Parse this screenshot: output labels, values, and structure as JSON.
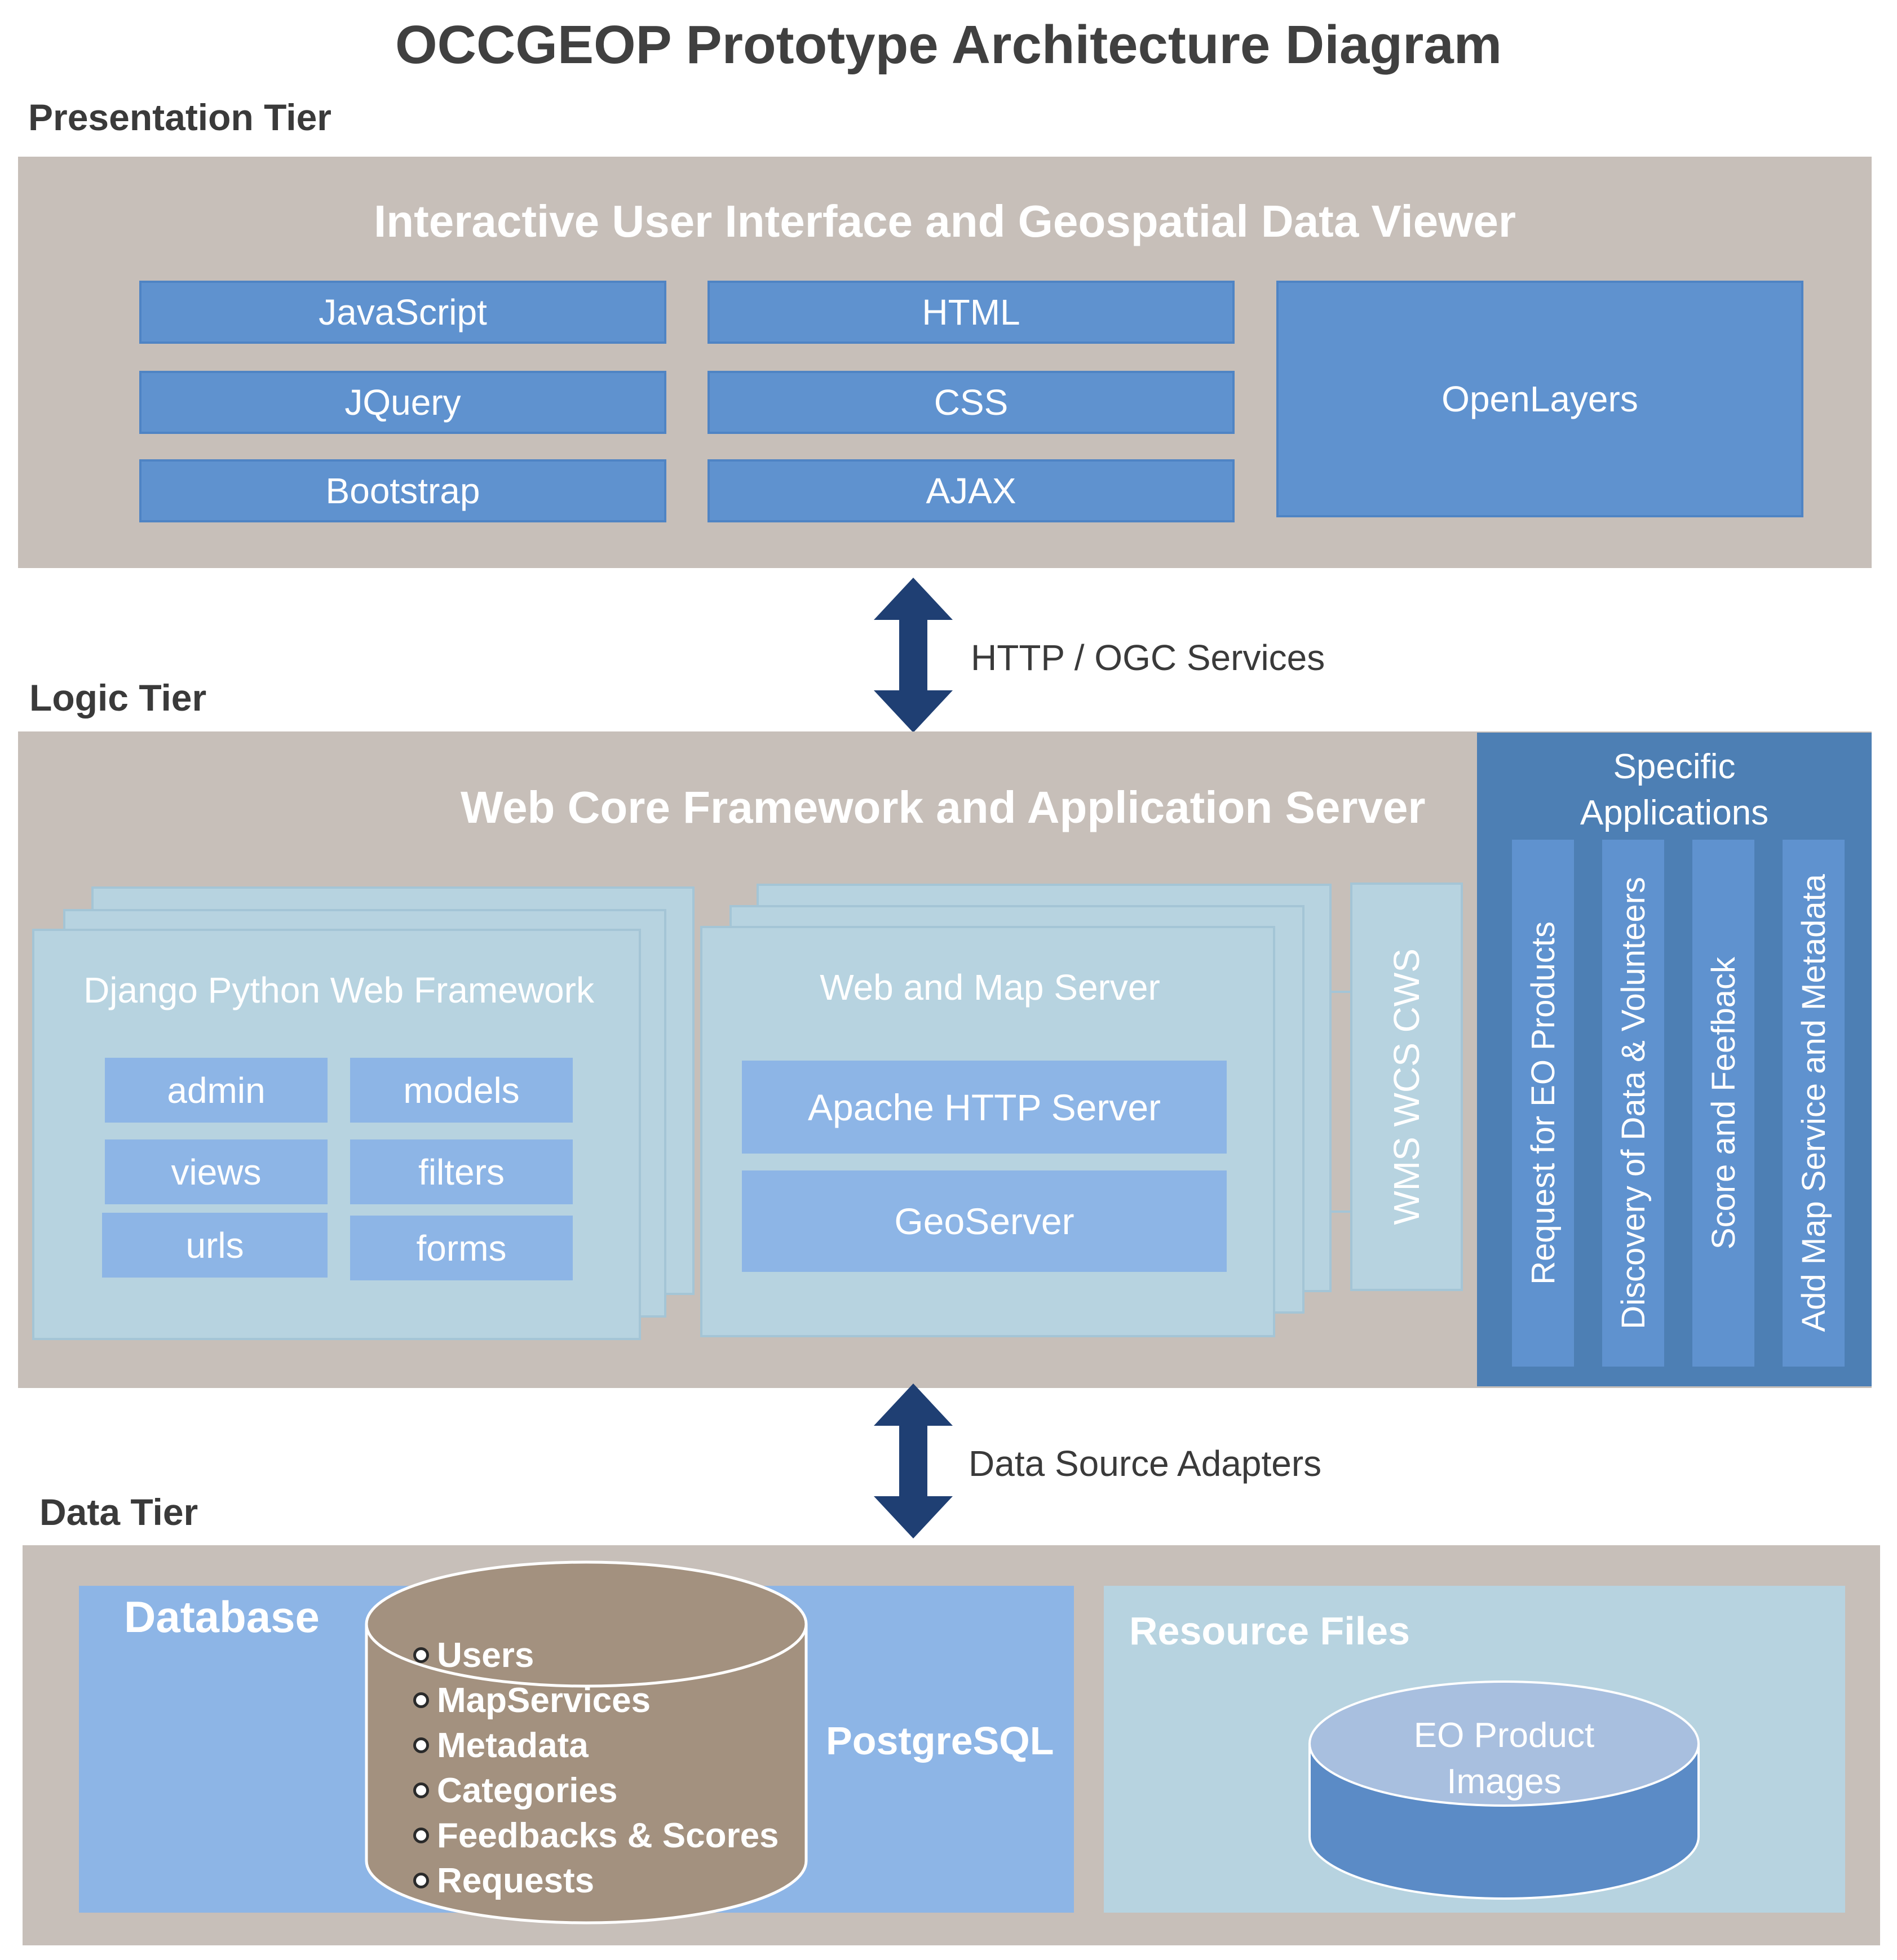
{
  "title": "OCCGEOP Prototype Architecture Diagram",
  "presentation_tier": {
    "label": "Presentation Tier",
    "header": "Interactive User Interface and Geospatial Data Viewer",
    "technologies": [
      "JavaScript",
      "JQuery",
      "Bootstrap",
      "HTML",
      "CSS",
      "AJAX",
      "OpenLayers"
    ]
  },
  "connector_top": {
    "label": "HTTP / OGC Services"
  },
  "logic_tier": {
    "label": "Logic Tier",
    "header": "Web Core Framework and Application Server",
    "django": {
      "title": "Django Python Web Framework",
      "modules": [
        "admin",
        "models",
        "views",
        "filters",
        "urls",
        "forms"
      ]
    },
    "web_map_server": {
      "title": "Web and Map Server",
      "servers": [
        "Apache HTTP Server",
        "GeoServer"
      ]
    },
    "ogc_services": "WMS  WCS  CWS",
    "specific_applications": {
      "title_line1": "Specific",
      "title_line2": "Applications",
      "apps": [
        "Request for EO Products",
        "Discovery of Data & Volunteers",
        "Score and Feefback",
        "Add Map Service and Metadata"
      ]
    }
  },
  "connector_bottom": {
    "label": "Data Source Adapters"
  },
  "data_tier": {
    "label": "Data Tier",
    "database": {
      "title": "Database",
      "engine": "PostgreSQL",
      "tables": [
        "Users",
        "MapServices",
        "Metadata",
        "Categories",
        "Feedbacks & Scores",
        "Requests"
      ]
    },
    "resource_files": {
      "title": "Resource Files",
      "store_line1": "EO Product",
      "store_line2": "Images"
    }
  },
  "colors": {
    "tier_background": "#c7bfb9",
    "tech_blue": "#5f92cf",
    "light_blue": "#8db5e6",
    "frame_blue": "#b7d3e0",
    "arrow_navy": "#1f3f73",
    "cylinder_brown": "#a3917f"
  }
}
